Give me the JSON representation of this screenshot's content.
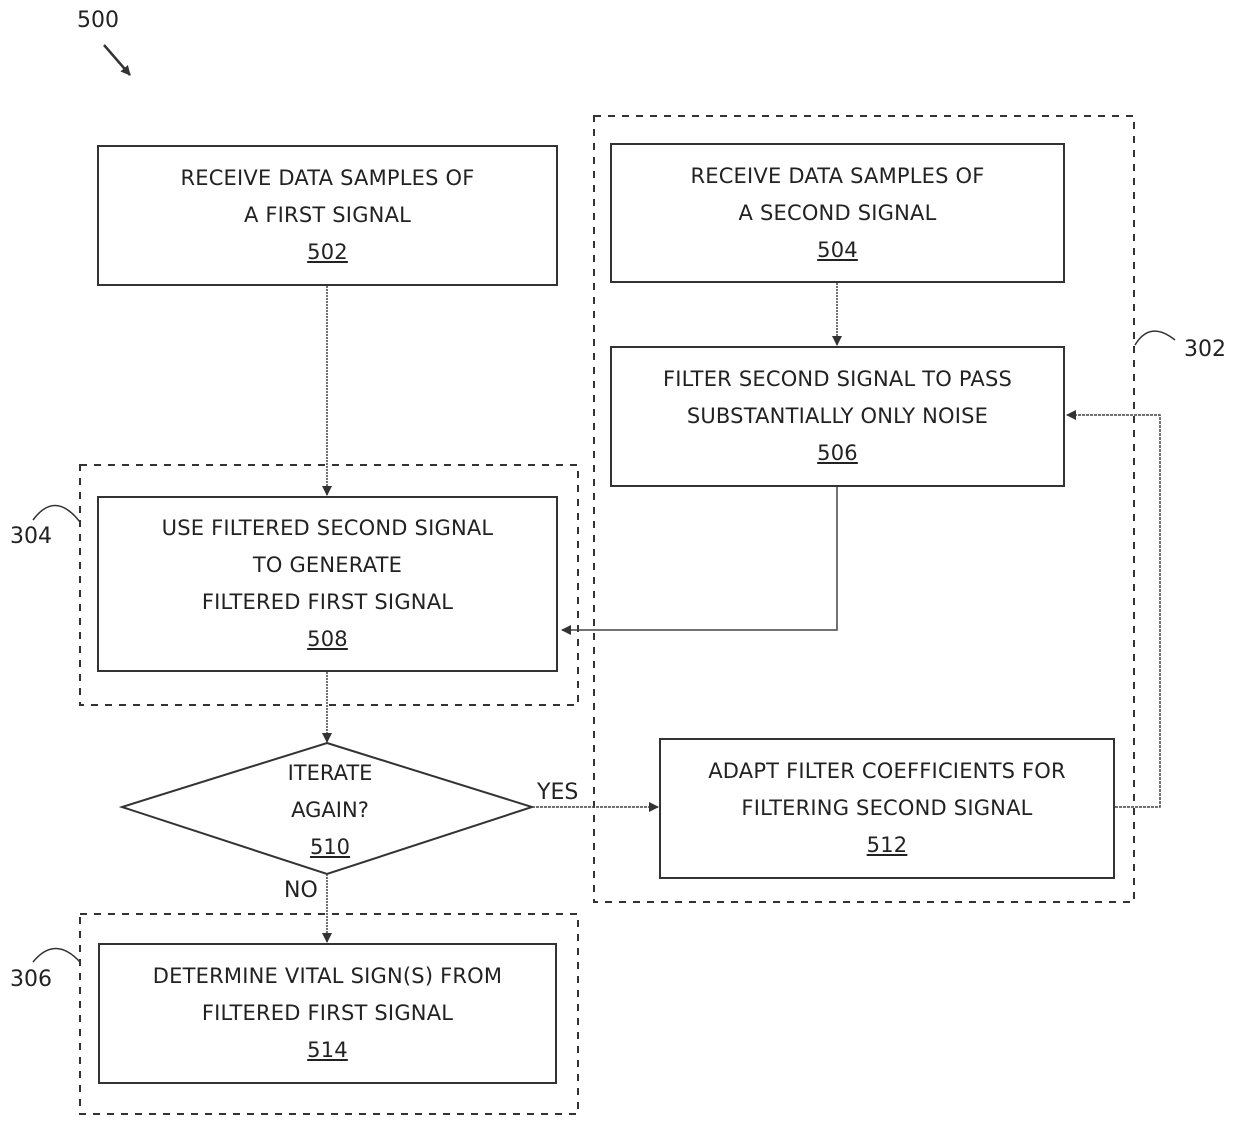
{
  "figure": {
    "number": "500",
    "groups": {
      "g302": "302",
      "g304": "304",
      "g306": "306"
    },
    "steps": {
      "s502": {
        "lines": [
          "RECEIVE DATA SAMPLES OF",
          "A FIRST SIGNAL"
        ],
        "ref": "502"
      },
      "s504": {
        "lines": [
          "RECEIVE DATA SAMPLES OF",
          "A SECOND SIGNAL"
        ],
        "ref": "504"
      },
      "s506": {
        "lines": [
          "FILTER SECOND SIGNAL TO PASS",
          "SUBSTANTIALLY ONLY NOISE"
        ],
        "ref": "506"
      },
      "s508": {
        "lines": [
          "USE FILTERED SECOND SIGNAL",
          "TO GENERATE",
          "FILTERED FIRST SIGNAL"
        ],
        "ref": "508"
      },
      "s510": {
        "lines": [
          "ITERATE",
          "AGAIN?"
        ],
        "ref": "510"
      },
      "s512": {
        "lines": [
          "ADAPT FILTER COEFFICIENTS FOR",
          "FILTERING SECOND SIGNAL"
        ],
        "ref": "512"
      },
      "s514": {
        "lines": [
          "DETERMINE VITAL SIGN(S) FROM",
          "FILTERED FIRST SIGNAL"
        ],
        "ref": "514"
      }
    },
    "edges": {
      "yes": "YES",
      "no": "NO"
    }
  }
}
